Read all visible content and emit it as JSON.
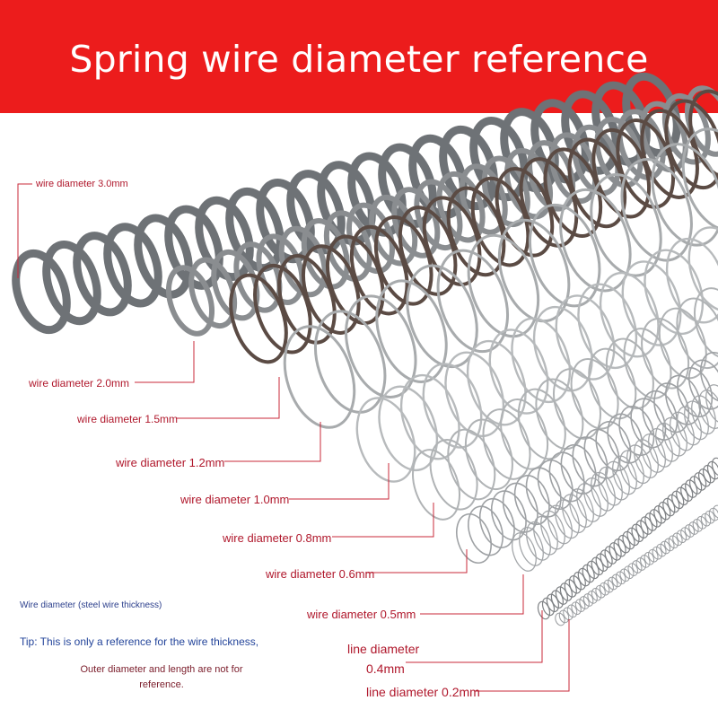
{
  "banner": {
    "title": "Spring wire diameter reference",
    "color": "#ec1c1c"
  },
  "labels": {
    "d30": "wire diameter 3.0mm",
    "d20": "wire diameter 2.0mm",
    "d15": "wire diameter 1.5mm",
    "d12": "wire diameter 1.2mm",
    "d10": "wire diameter 1.0mm",
    "d08": "wire diameter 0.8mm",
    "d06": "wire diameter 0.6mm",
    "d05": "wire diameter 0.5mm",
    "d04_line1": "line diameter",
    "d04_line2": "0.4mm",
    "d02": "line diameter 0.2mm"
  },
  "notes": {
    "small": "Wire diameter (steel wire thickness)",
    "tip": "Tip: This is only a reference for the wire thickness,",
    "outer": "Outer diameter and length are not for reference."
  },
  "colors": {
    "label_red": "#b0182c",
    "leader_line": "#c8283a",
    "note_blue": "#23449a"
  }
}
